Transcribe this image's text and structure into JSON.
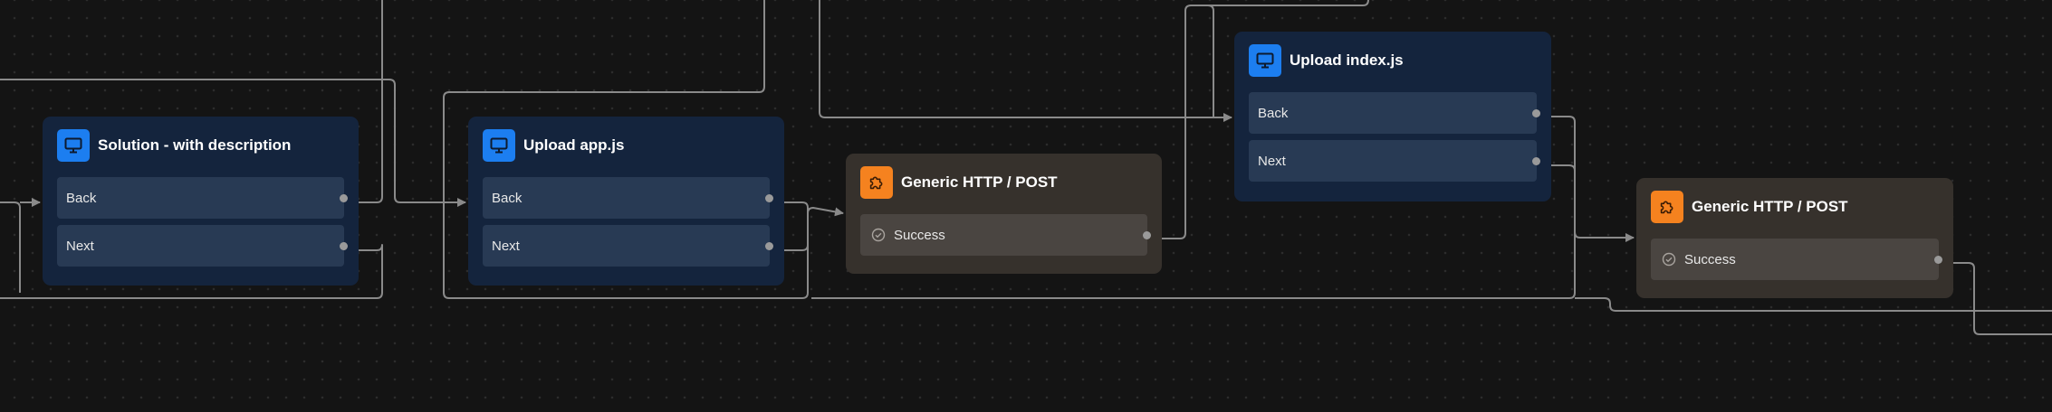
{
  "nodes": [
    {
      "kind": "screen",
      "title": "Solution - with description",
      "ports": [
        "Back",
        "Next"
      ]
    },
    {
      "kind": "screen",
      "title": "Upload app.js",
      "ports": [
        "Back",
        "Next"
      ]
    },
    {
      "kind": "http",
      "title": "Generic HTTP / POST",
      "ports": [
        "Success"
      ]
    },
    {
      "kind": "screen",
      "title": "Upload index.js",
      "ports": [
        "Back",
        "Next"
      ]
    },
    {
      "kind": "http",
      "title": "Generic HTTP / POST",
      "ports": [
        "Success"
      ]
    }
  ],
  "icons": {
    "screen": "monitor-icon",
    "http": "puzzle-piece-icon",
    "port_status": "check-circle-icon"
  },
  "colors": {
    "canvas": "#141414",
    "screen_node": "#14243d",
    "screen_row": "#283a54",
    "screen_icon": "#1c7ef0",
    "http_node": "#36312c",
    "http_row": "#4a4541",
    "http_icon": "#f5821f",
    "wire": "#8a8a8a"
  }
}
